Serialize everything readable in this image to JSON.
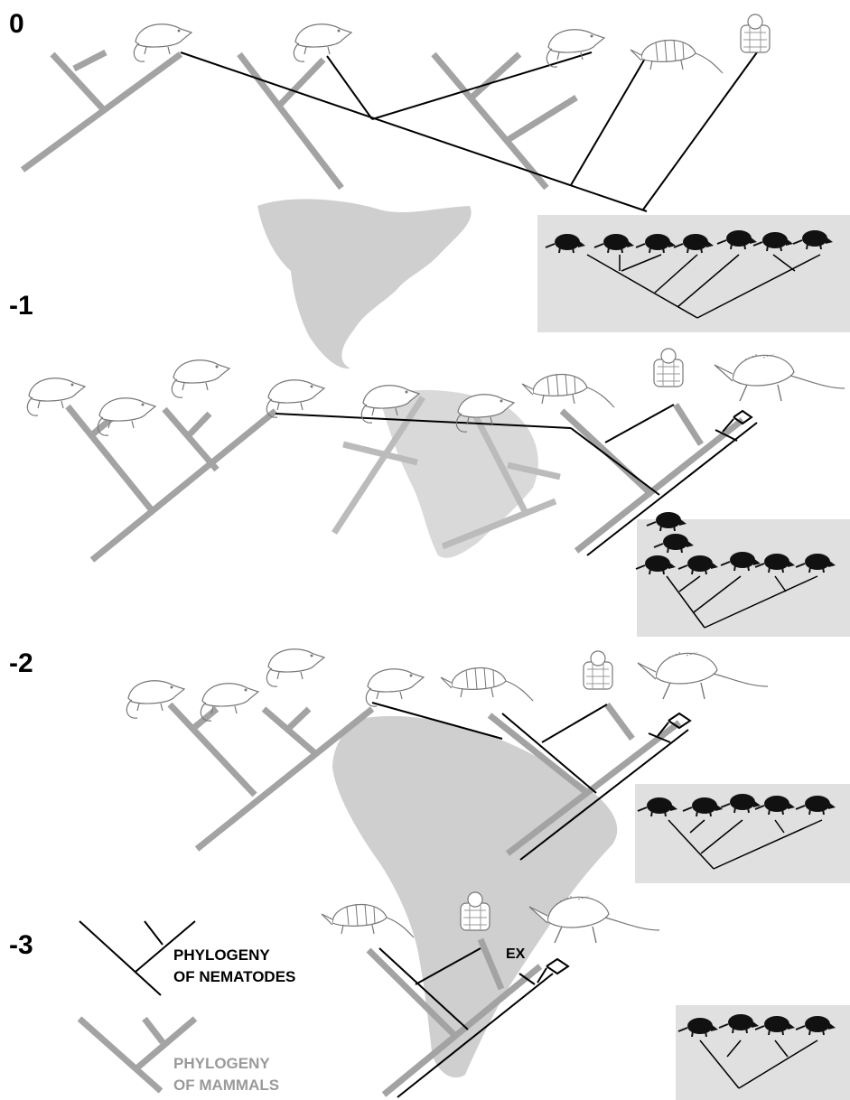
{
  "stages": [
    {
      "label": "0"
    },
    {
      "label": "-1"
    },
    {
      "label": "-2"
    },
    {
      "label": "-3"
    }
  ],
  "legend": {
    "nematodes_line1": "PHYLOGENY",
    "nematodes_line2": "OF NEMATODES",
    "mammals_line1": "PHYLOGENY",
    "mammals_line2": "OF MAMMALS"
  },
  "extinction_label": "EX",
  "colors": {
    "mammal_tree": "#a3a3a3",
    "nematode_tree": "#000000",
    "map_fill": "#cfcfcf",
    "inset_bg": "#e0e0e0",
    "animal_outline": "#777777",
    "silhouette": "#111111",
    "legend_mammal_text": "#9a9a9a"
  },
  "icons": [
    "opossum-sketch",
    "rodent-sketch",
    "armadillo-sketch",
    "pangolin-sketch",
    "anteater-sketch",
    "animal-silhouette"
  ]
}
